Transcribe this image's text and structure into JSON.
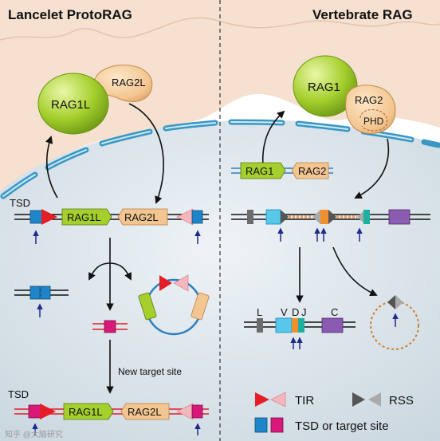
{
  "left_title": "Lancelet ProtoRAG",
  "right_title": "Vertebrate RAG",
  "left": {
    "protein_1": "RAG1L",
    "protein_2": "RAG2L",
    "tsd_label": "TSD",
    "gene_1": "RAG1L",
    "gene_2": "RAG2L",
    "new_target_label": "New target site",
    "tsd_label_bottom": "TSD",
    "gene_1_bottom": "RAG1L",
    "gene_2_bottom": "RAG2L"
  },
  "right": {
    "protein_1": "RAG1",
    "protein_2": "RAG2",
    "phd_label": "PHD",
    "gene_1": "RAG1",
    "gene_2": "RAG2",
    "segment_L": "L",
    "segment_V": "V",
    "segment_D": "D",
    "segment_J": "J",
    "segment_C": "C"
  },
  "legend": {
    "tir_label": "TIR",
    "rss_label": "RSS",
    "tsd_label": "TSD or target site"
  },
  "watermark": "知乎 @大脑研究",
  "colors": {
    "cytoplasm": "#f6e0cf",
    "cell": "#dde6ec",
    "membrane": "#3a97c4",
    "rag1": "#a4cf2c",
    "rag2": "#f3c590",
    "tir_red": "#e51d27",
    "tir_pink": "#f6b6bd",
    "tsd_blue": "#1e86c8",
    "tsd_magenta": "#d8197a",
    "rss_gray": "#6b6b6b",
    "purple": "#8a5bb0",
    "teal": "#1db0a0",
    "orange": "#f08f2b",
    "cyan": "#58c8ea"
  }
}
